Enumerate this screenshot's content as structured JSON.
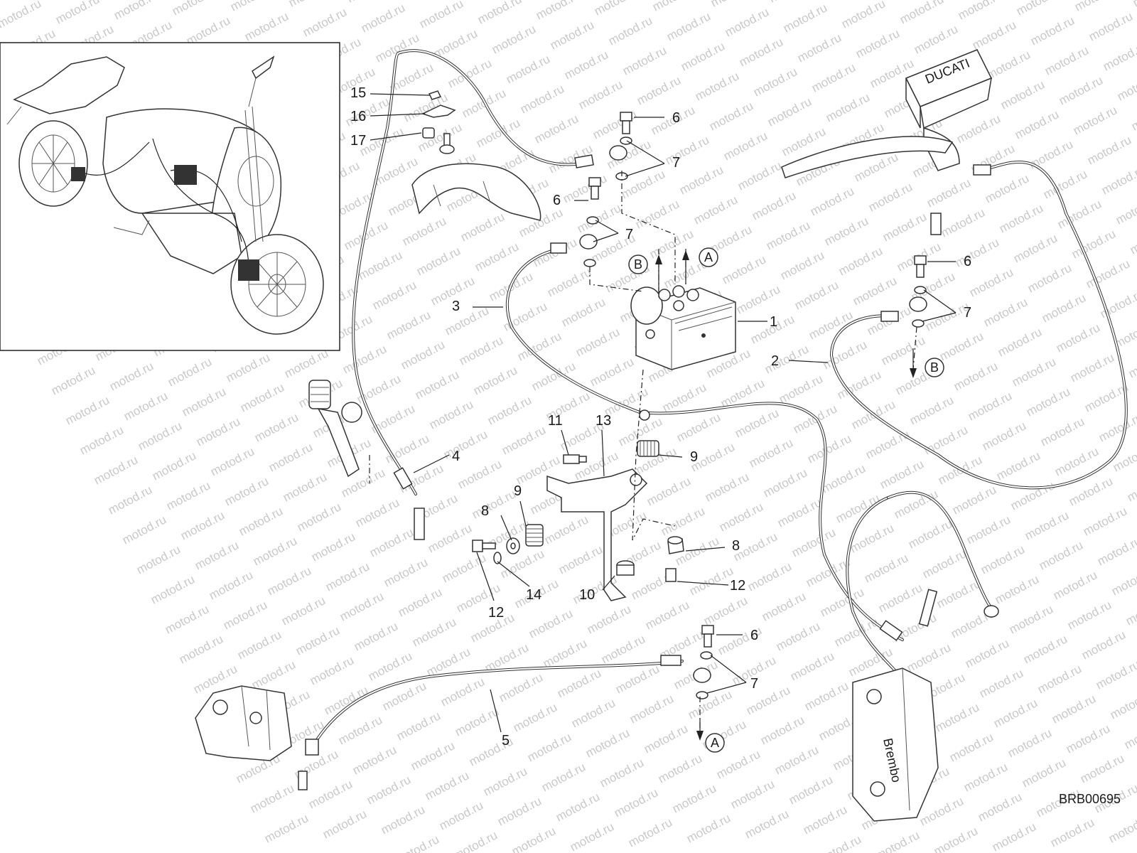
{
  "watermark": "motod.ru",
  "drawing_code": "BRB00695",
  "reference_labels": [
    "A",
    "B"
  ],
  "callouts": [
    {
      "id": "c1",
      "label": "1"
    },
    {
      "id": "c2",
      "label": "2"
    },
    {
      "id": "c3",
      "label": "3"
    },
    {
      "id": "c4",
      "label": "4"
    },
    {
      "id": "c5",
      "label": "5"
    },
    {
      "id": "c6a",
      "label": "6"
    },
    {
      "id": "c6b",
      "label": "6"
    },
    {
      "id": "c6c",
      "label": "6"
    },
    {
      "id": "c6d",
      "label": "6"
    },
    {
      "id": "c7a",
      "label": "7"
    },
    {
      "id": "c7b",
      "label": "7"
    },
    {
      "id": "c7c",
      "label": "7"
    },
    {
      "id": "c7d",
      "label": "7"
    },
    {
      "id": "c8a",
      "label": "8"
    },
    {
      "id": "c8b",
      "label": "8"
    },
    {
      "id": "c9a",
      "label": "9"
    },
    {
      "id": "c9b",
      "label": "9"
    },
    {
      "id": "c10",
      "label": "10"
    },
    {
      "id": "c11",
      "label": "11"
    },
    {
      "id": "c12a",
      "label": "12"
    },
    {
      "id": "c12b",
      "label": "12"
    },
    {
      "id": "c13",
      "label": "13"
    },
    {
      "id": "c14",
      "label": "14"
    },
    {
      "id": "c15",
      "label": "15"
    },
    {
      "id": "c16",
      "label": "16"
    },
    {
      "id": "c17",
      "label": "17"
    }
  ],
  "ref_markers": [
    {
      "id": "rA1",
      "label": "A"
    },
    {
      "id": "rB1",
      "label": "B"
    },
    {
      "id": "rB2",
      "label": "B"
    },
    {
      "id": "rA2",
      "label": "A"
    }
  ],
  "caliper_logo": "Brembo",
  "reservoir_logo": "DUCATI"
}
